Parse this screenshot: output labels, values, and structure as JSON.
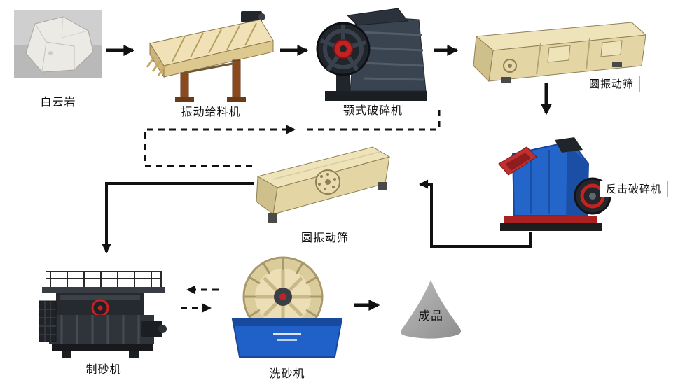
{
  "nodes": {
    "rock": {
      "label": "白云岩"
    },
    "feeder": {
      "label": "振动给料机"
    },
    "jaw_crusher": {
      "label": "颚式破碎机"
    },
    "screen_top": {
      "label": "圆振动筛"
    },
    "impact_crusher": {
      "label": "反击破碎机"
    },
    "screen_mid": {
      "label": "圆振动筛"
    },
    "sand_maker": {
      "label": "制砂机"
    },
    "sand_washer": {
      "label": "洗砂机"
    },
    "product": {
      "label": "成品"
    }
  },
  "edges": [
    {
      "from": "rock",
      "to": "feeder",
      "style": "solid"
    },
    {
      "from": "feeder",
      "to": "jaw_crusher",
      "style": "solid"
    },
    {
      "from": "jaw_crusher",
      "to": "screen_top",
      "style": "solid"
    },
    {
      "from": "screen_top",
      "to": "impact_crusher",
      "style": "solid"
    },
    {
      "from": "impact_crusher",
      "to": "screen_mid",
      "style": "solid"
    },
    {
      "from": "screen_mid",
      "to": "sand_maker",
      "style": "solid"
    },
    {
      "from": "screen_mid",
      "to": "crusher_stage_return",
      "style": "dashed"
    },
    {
      "from": "sand_maker",
      "to": "sand_washer",
      "style": "dashed-double"
    },
    {
      "from": "sand_washer",
      "to": "product",
      "style": "solid"
    }
  ],
  "colors": {
    "background": "#ffffff",
    "arrow": "#111111",
    "machine_cream": "#efe3ba",
    "machine_blue": "#2061c9",
    "machine_dark": "#2b313a",
    "accent_red": "#c32222",
    "leg_brown": "#8a4a1e",
    "product_gray": "#a5a5a5",
    "label_text": "#111111"
  }
}
